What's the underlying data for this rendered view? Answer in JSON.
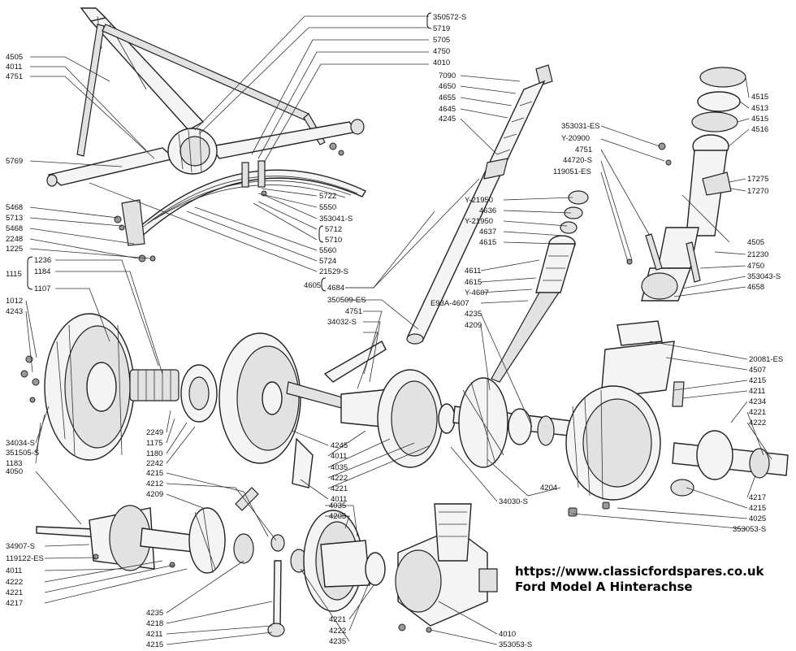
{
  "caption": {
    "url": "https://www.classicfordspares.co.uk",
    "title": "Ford Model A Hinterachse"
  },
  "colors": {
    "ink": "#111111",
    "paper": "#ffffff"
  },
  "callouts": [
    "350572-S",
    "5719",
    "5705",
    "4750",
    "4010",
    "7090",
    "4650",
    "4655",
    "4645",
    "4245",
    "4505",
    "4011",
    "4751",
    "5769",
    "353031-ES",
    "Y-20900",
    "4751",
    "44720-S",
    "119051-ES",
    "4515",
    "4513",
    "4515",
    "4516",
    "17275",
    "17270",
    "5722",
    "5550",
    "353041-S",
    "5712",
    "5710",
    "5560",
    "5724",
    "21529-S",
    "5468",
    "5713",
    "5468",
    "2248",
    "1225",
    "1236",
    "1184",
    "1115",
    "1107",
    "Y-21950",
    "4636",
    "Y-21950",
    "4637",
    "4615",
    "4505",
    "21230",
    "4750",
    "353043-S",
    "4658",
    "4611",
    "4615",
    "Y-4607",
    "E93A-4607",
    "4235",
    "4209",
    "4605",
    "4684",
    "350509-ES",
    "4751",
    "34032-S",
    "1012",
    "4243",
    "20081-ES",
    "4507",
    "4215",
    "4211",
    "4234",
    "4221",
    "4222",
    "34034-S",
    "351505-S",
    "1183",
    "2249",
    "1175",
    "1180",
    "2242",
    "4245",
    "4011",
    "4035",
    "4222",
    "4221",
    "4011",
    "4204",
    "34030-S",
    "4217",
    "4215",
    "4025",
    "353053-S",
    "4050",
    "4215",
    "4212",
    "4209",
    "4035",
    "4205",
    "34907-S",
    "119122-ES",
    "4011",
    "4222",
    "4221",
    "4217",
    "4235",
    "4218",
    "4211",
    "4215",
    "4221",
    "4222",
    "4235",
    "4010",
    "353053-S"
  ]
}
